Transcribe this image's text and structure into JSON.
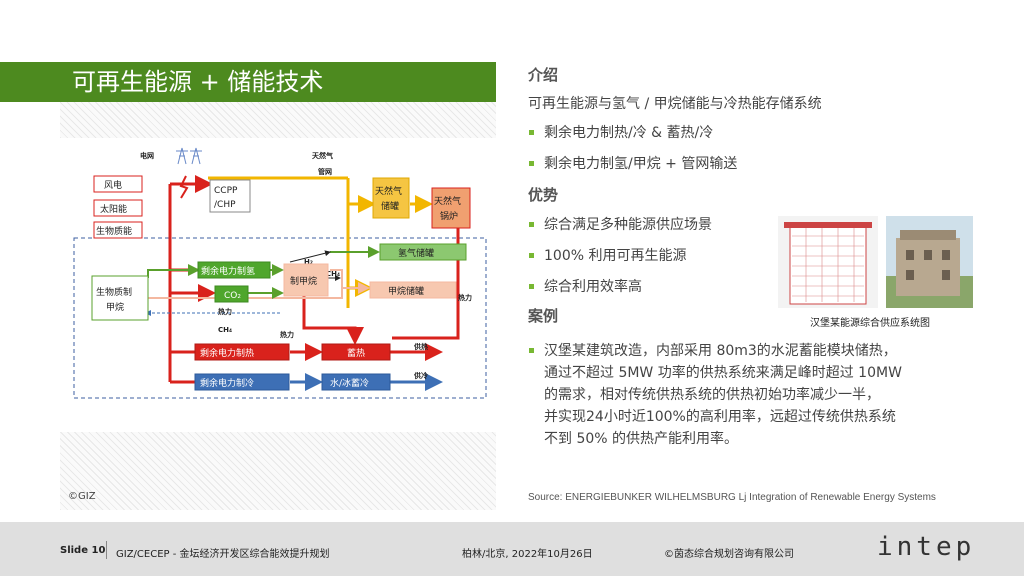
{
  "title": "可再生能源 + 储能技术",
  "diagram": {
    "grid": "电网",
    "gas": "天然气",
    "pipe": "管网",
    "wind": "风电",
    "solar": "太阳能",
    "biomass": "生物质能",
    "ccpp": "CCPP",
    "chp": "/CHP",
    "gas_tank_1": "天然气",
    "gas_tank_2": "储罐",
    "boiler_1": "天然气",
    "boiler_2": "锅炉",
    "h2": "H₂",
    "ch4": "CH₄",
    "h2_store": "氢气储罐",
    "ch4_store": "甲烷储罐",
    "power_h2": "剩余电力制氢",
    "co2": "CO₂",
    "methanation": "制甲烷",
    "biogas_1": "生物质制",
    "biogas_2": "甲烷",
    "heat_1": "热力",
    "heat_2": "热力",
    "heat_3": "热力",
    "ch4_2": "CH₄",
    "power_heat": "剩余电力制热",
    "storage_heat": "蓄热",
    "supply_heat": "供热",
    "power_cool": "剩余电力制冷",
    "storage_cool": "水/冰蓄冷",
    "supply_cool": "供冷"
  },
  "giz_copyright": "©GIZ",
  "intro": {
    "heading": "介绍",
    "line": "可再生能源与氢气 / 甲烷储能与冷热能存储系统",
    "bullets": [
      "剩余电力制热/冷 & 蓄热/冷",
      "剩余电力制氢/甲烷 + 管网输送"
    ]
  },
  "advantages": {
    "heading": "优势",
    "bullets": [
      "综合满足多种能源供应场景",
      "100% 利用可再生能源",
      " 综合利用效率高"
    ]
  },
  "case": {
    "heading": "案例",
    "lines": [
      "汉堡某建筑改造，内部采用 80m3的水泥蓄能模块储热，",
      "通过不超过 5MW 功率的供热系统来满足峰时超过 10MW",
      "的需求，相对传统供热系统的供热初始功率减少一半，",
      "并实现24小时近100%的高利用率，远超过传统供热系统",
      "不到 50% 的供热产能利用率。"
    ]
  },
  "illustration_caption": "汉堡某能源综合供应系统图",
  "source": "Source: ENERGIEBUNKER WILHELMSBURG Lj Integration of Renewable Energy Systems",
  "footer": {
    "slide": "Slide 10",
    "project": "GIZ/CECEP - 金坛经济开发区综合能效提升规划",
    "date": "柏林/北京, 2022年10月26日",
    "copyright": "©茵态综合规划咨询有限公司",
    "logo": "intep"
  }
}
